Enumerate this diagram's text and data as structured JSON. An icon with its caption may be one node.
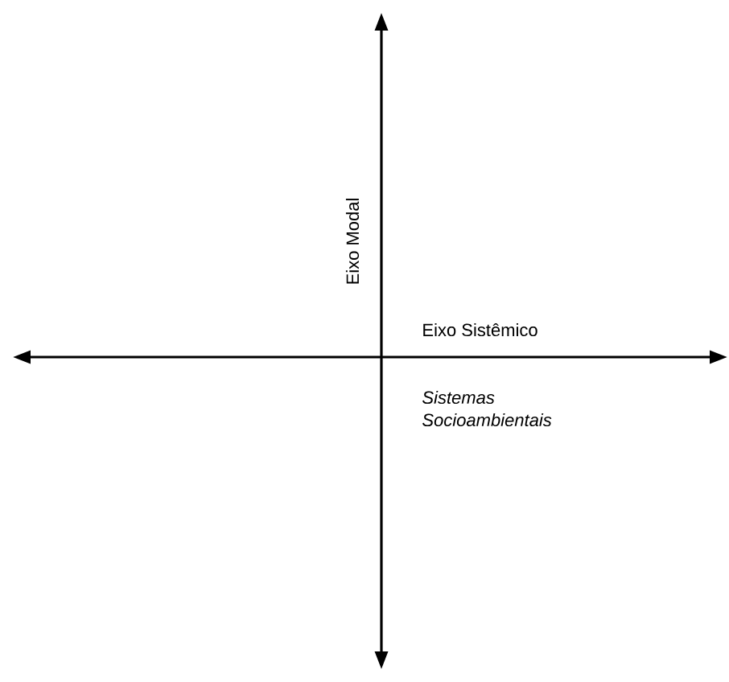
{
  "diagram": {
    "labels": [
      "Eixo Modal",
      "Eixo Sistêmico",
      "Sistemas Socioambientais"
    ]
  }
}
